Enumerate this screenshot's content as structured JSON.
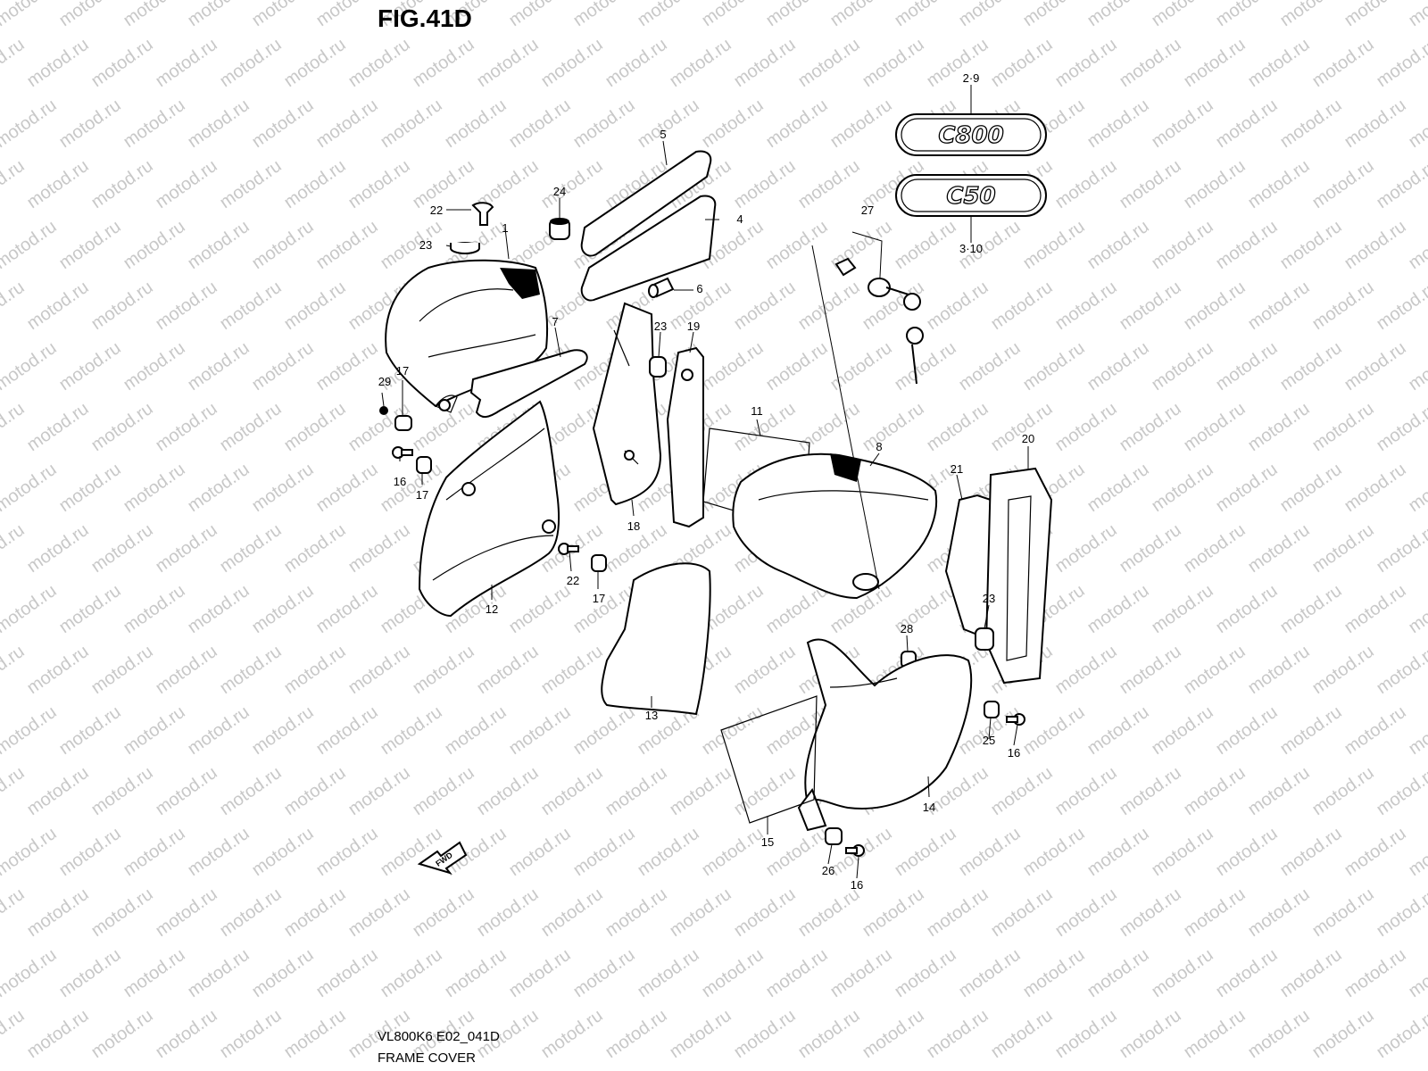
{
  "figure": {
    "title": "FIG.41D",
    "code": "VL800K6 E02_041D",
    "name": "FRAME COVER"
  },
  "watermark": "motod.ru",
  "emblems": [
    {
      "text": "C800"
    },
    {
      "text": "C50"
    }
  ],
  "direction_arrow": "FWD",
  "callouts": [
    "2·9",
    "3·10",
    "5",
    "4",
    "24",
    "22",
    "1",
    "23",
    "6",
    "27",
    "7",
    "23",
    "19",
    "29",
    "17",
    "11",
    "8",
    "16",
    "17",
    "20",
    "21",
    "18",
    "22",
    "17",
    "12",
    "23",
    "28",
    "13",
    "25",
    "16",
    "14",
    "15",
    "26",
    "16"
  ]
}
